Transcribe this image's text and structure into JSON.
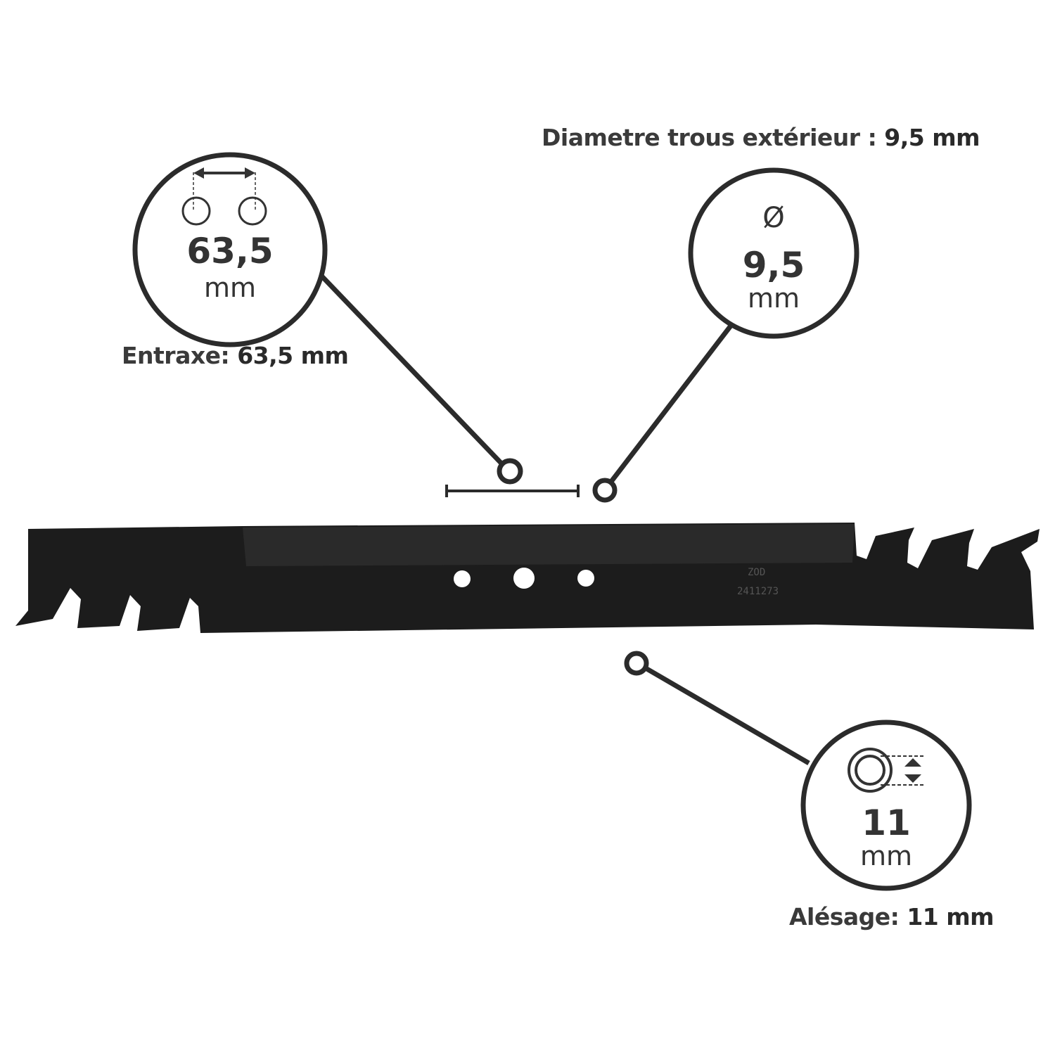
{
  "header_label": {
    "text": "Diametre trous extérieur : ",
    "value": "9,5 mm"
  },
  "entraxe": {
    "label": "Entraxe: ",
    "value": "63,5 mm",
    "circle_value": "63,5",
    "circle_unit": "mm",
    "icon": "two-holes-distance-icon"
  },
  "hole_diameter": {
    "symbol": "Ø",
    "circle_value": "9,5",
    "circle_unit": "mm"
  },
  "alesage": {
    "label": "Alésage: ",
    "value": "11 mm",
    "circle_value": "11",
    "circle_unit": "mm",
    "icon": "bore-thickness-icon"
  },
  "blade": {
    "engraving_line1": "ZOD",
    "engraving_line2": "2411273"
  },
  "colors": {
    "ink": "#333333",
    "blade": "#1c1c1c",
    "background": "#ffffff"
  }
}
